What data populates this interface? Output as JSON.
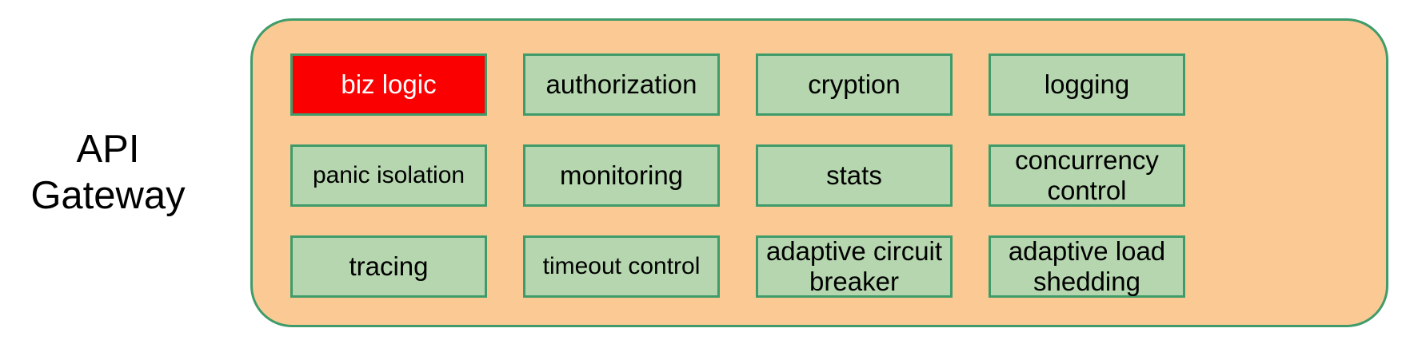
{
  "diagram": {
    "side_label": "API\nGateway",
    "colors": {
      "container_fill": "#fbca94",
      "container_border": "#3f9c6a",
      "box_fill": "#b5d6ae",
      "box_border": "#3f9c6a",
      "highlight_fill": "#fb0000",
      "highlight_text": "#ffffff",
      "text": "#000000",
      "page_background": "#ffffff"
    },
    "rows": [
      {
        "boxes": [
          {
            "label": "biz logic",
            "highlight": true,
            "small": false
          },
          {
            "label": "authorization",
            "highlight": false,
            "small": false
          },
          {
            "label": "cryption",
            "highlight": false,
            "small": false
          },
          {
            "label": "logging",
            "highlight": false,
            "small": false
          }
        ]
      },
      {
        "boxes": [
          {
            "label": "panic isolation",
            "highlight": false,
            "small": true
          },
          {
            "label": "monitoring",
            "highlight": false,
            "small": false
          },
          {
            "label": "stats",
            "highlight": false,
            "small": false
          },
          {
            "label": "concurrency\ncontrol",
            "highlight": false,
            "small": false
          }
        ]
      },
      {
        "boxes": [
          {
            "label": "tracing",
            "highlight": false,
            "small": false
          },
          {
            "label": "timeout control",
            "highlight": false,
            "small": true
          },
          {
            "label": "adaptive circuit\nbreaker",
            "highlight": false,
            "small": false
          },
          {
            "label": "adaptive load\nshedding",
            "highlight": false,
            "small": false
          }
        ]
      }
    ]
  }
}
